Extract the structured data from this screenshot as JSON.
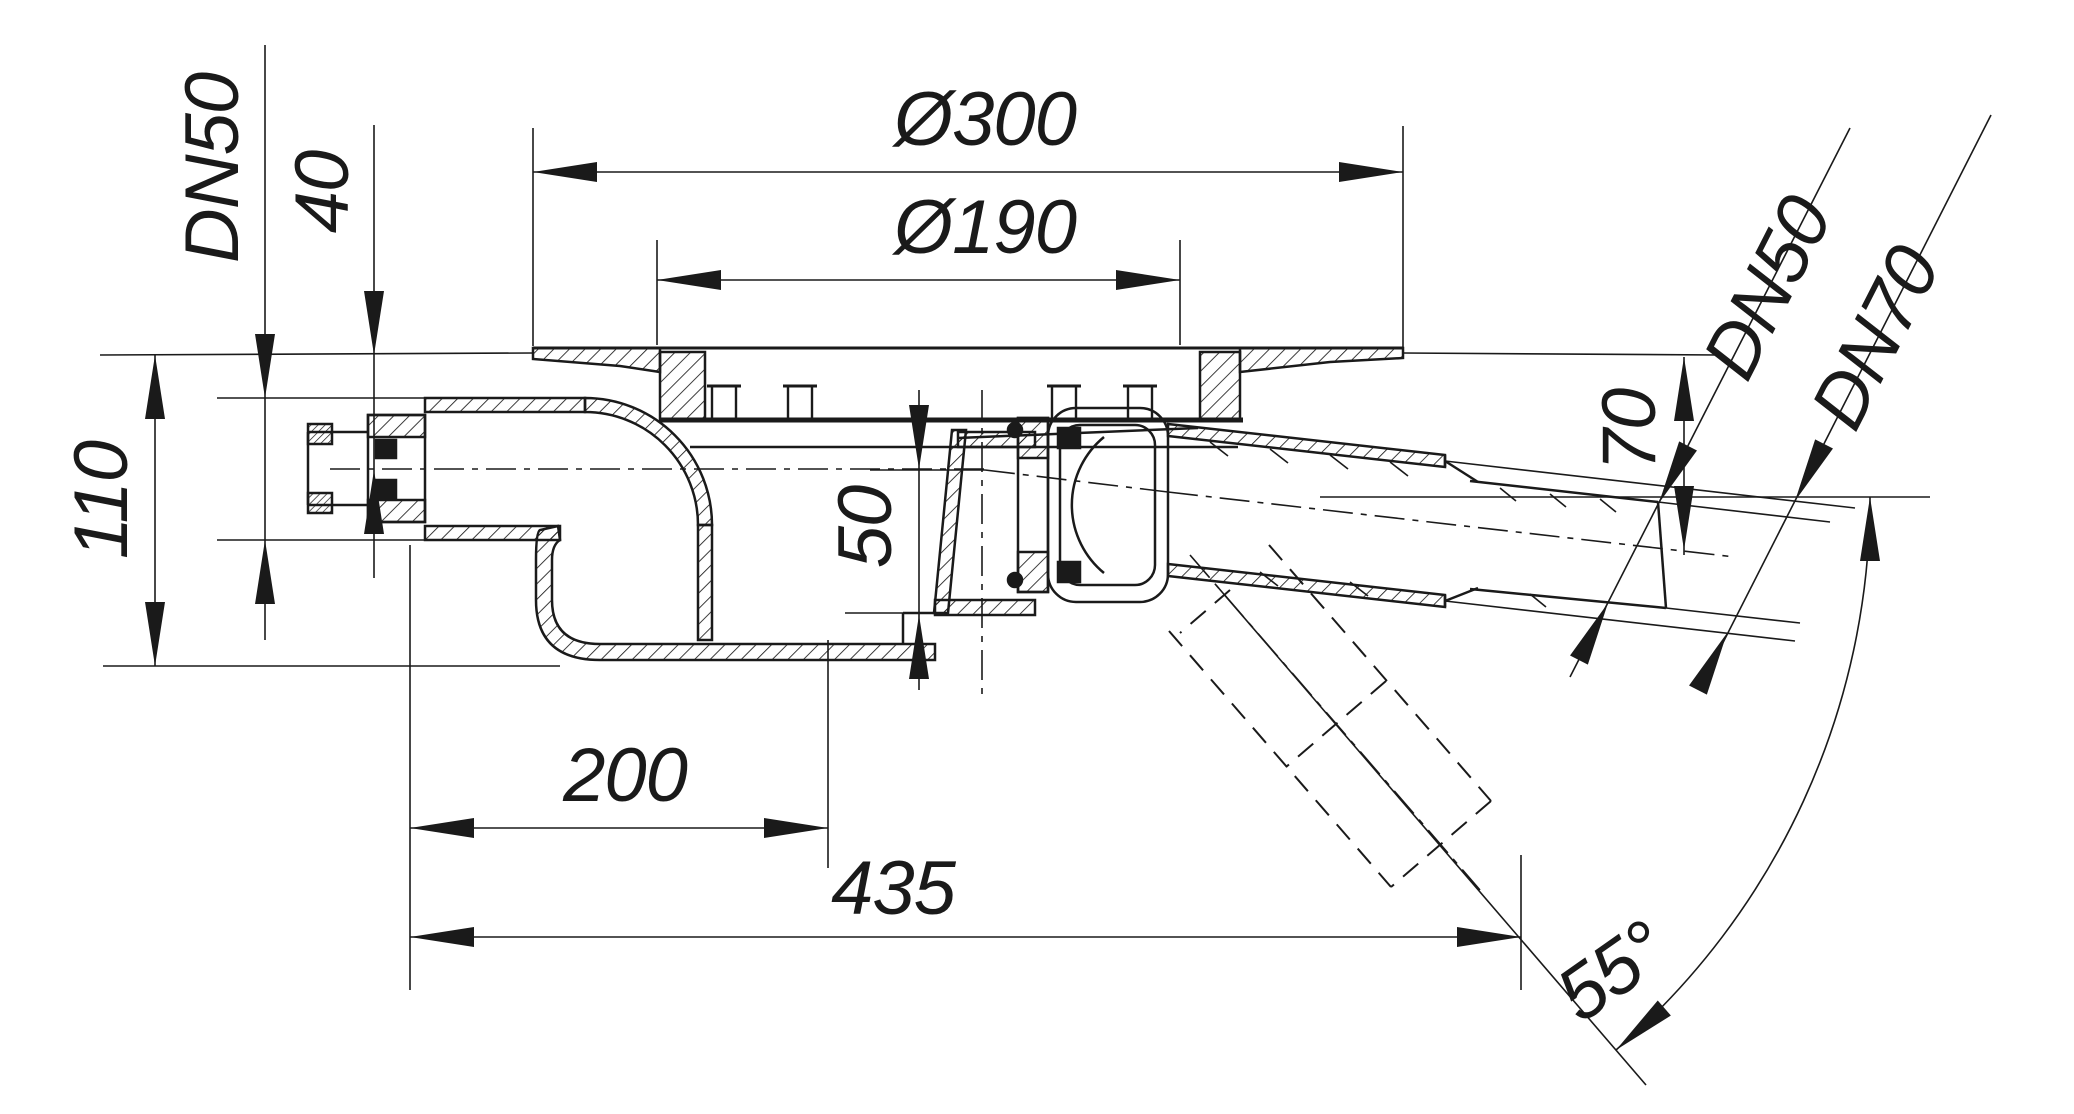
{
  "drawing": {
    "type": "technical-cross-section",
    "subject": "floor drain with horizontal DN50 inlet and 55-degree swivelling ball-joint outlet",
    "colors": {
      "line": "#1a1a1a",
      "background": "#ffffff"
    },
    "dimensions": {
      "dn50_left": "DN50",
      "d40": "40",
      "d110": "110",
      "dia300": "Ø300",
      "dia190": "Ø190",
      "d50": "50",
      "d70": "70",
      "dn50_right": "DN50",
      "dn70": "DN70",
      "d200": "200",
      "d435": "435",
      "angle55": "55°"
    }
  }
}
